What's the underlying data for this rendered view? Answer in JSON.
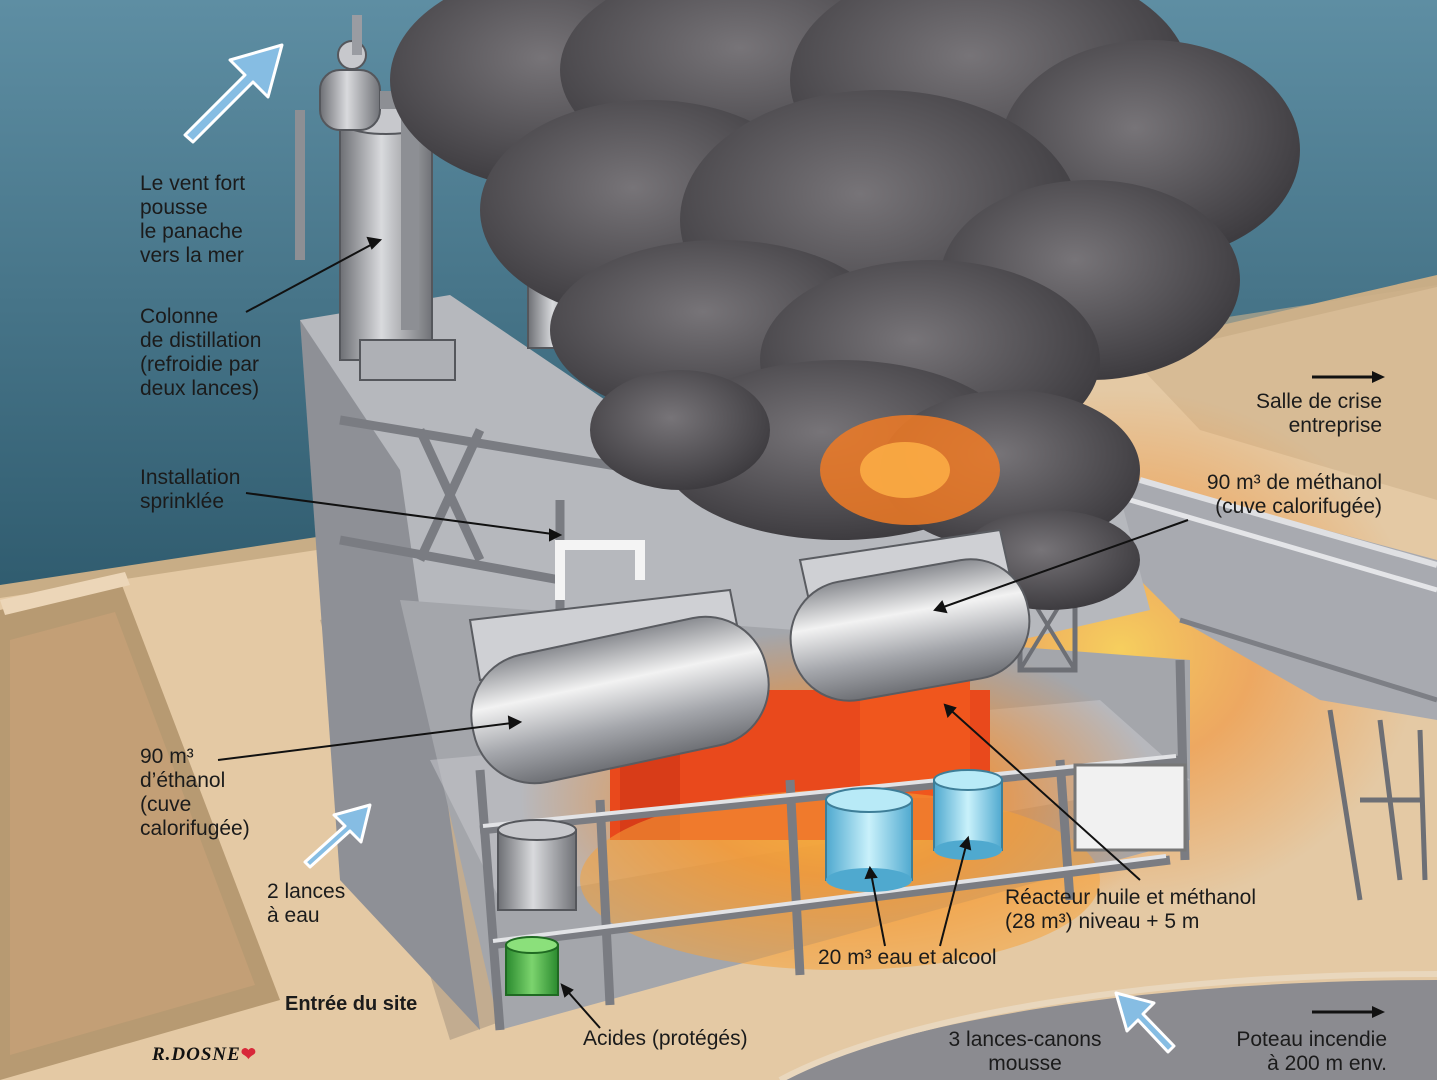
{
  "labels": {
    "wind": [
      "Le vent fort",
      "pousse",
      "le panache",
      "vers la mer"
    ],
    "column": [
      "Colonne",
      "de distillation",
      "(refroidie par",
      "deux lances)"
    ],
    "sprinkler": [
      "Installation",
      "sprinklée"
    ],
    "ethanol": [
      "90 m³",
      "d’éthanol",
      "(cuve",
      "calorifugée)"
    ],
    "water_lances": [
      "2 lances",
      "à eau"
    ],
    "entrance": "Entrée du site",
    "acids": "Acides (protégés)",
    "water_alcohol": "20 m³ eau et alcool",
    "reactor": [
      "Réacteur huile et méthanol",
      "(28 m³) niveau + 5 m"
    ],
    "methanol": [
      "90 m³ de méthanol",
      "(cuve calorifugée)"
    ],
    "crisis_room": [
      "Salle de crise",
      "entreprise"
    ],
    "foam": [
      "3 lances-canons",
      "mousse"
    ],
    "hydrant": [
      "Poteau incendie",
      "à 200 m env."
    ],
    "signature": "R.DOSNE",
    "heart_glyph": "❤"
  },
  "colors": {
    "sea": "#3f6c80",
    "ground": "#e4c9a4",
    "structure": "#9a9ca3",
    "fire": "#f07a24",
    "smoke": "#4f4d52",
    "arrow": "#7fb7df",
    "water_tank": "#7fd0ea",
    "acid_tank": "#3aa33a"
  }
}
